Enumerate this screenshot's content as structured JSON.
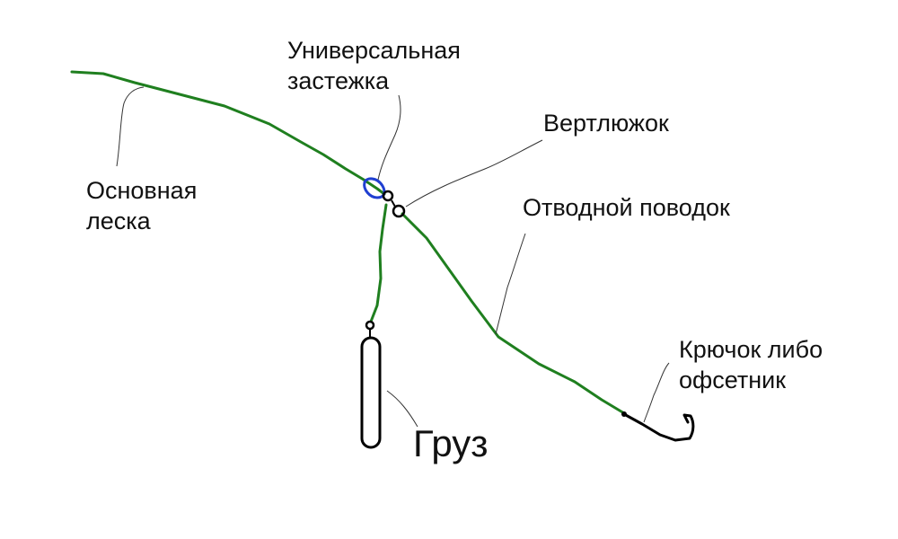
{
  "diagram": {
    "labels": {
      "universal_clip": [
        "Универсальная",
        "застежка"
      ],
      "swivel": "Вертлюжок",
      "main_line": [
        "Основная",
        "леска"
      ],
      "leader": "Отводной поводок",
      "hook": [
        "Крючок либо",
        "офсетник"
      ],
      "weight": "Груз"
    },
    "colors": {
      "line": "#1f7f1f",
      "clip": "#1f3fd1",
      "hardware": "#000000",
      "pointer": "#333333",
      "background": "#ffffff"
    }
  }
}
